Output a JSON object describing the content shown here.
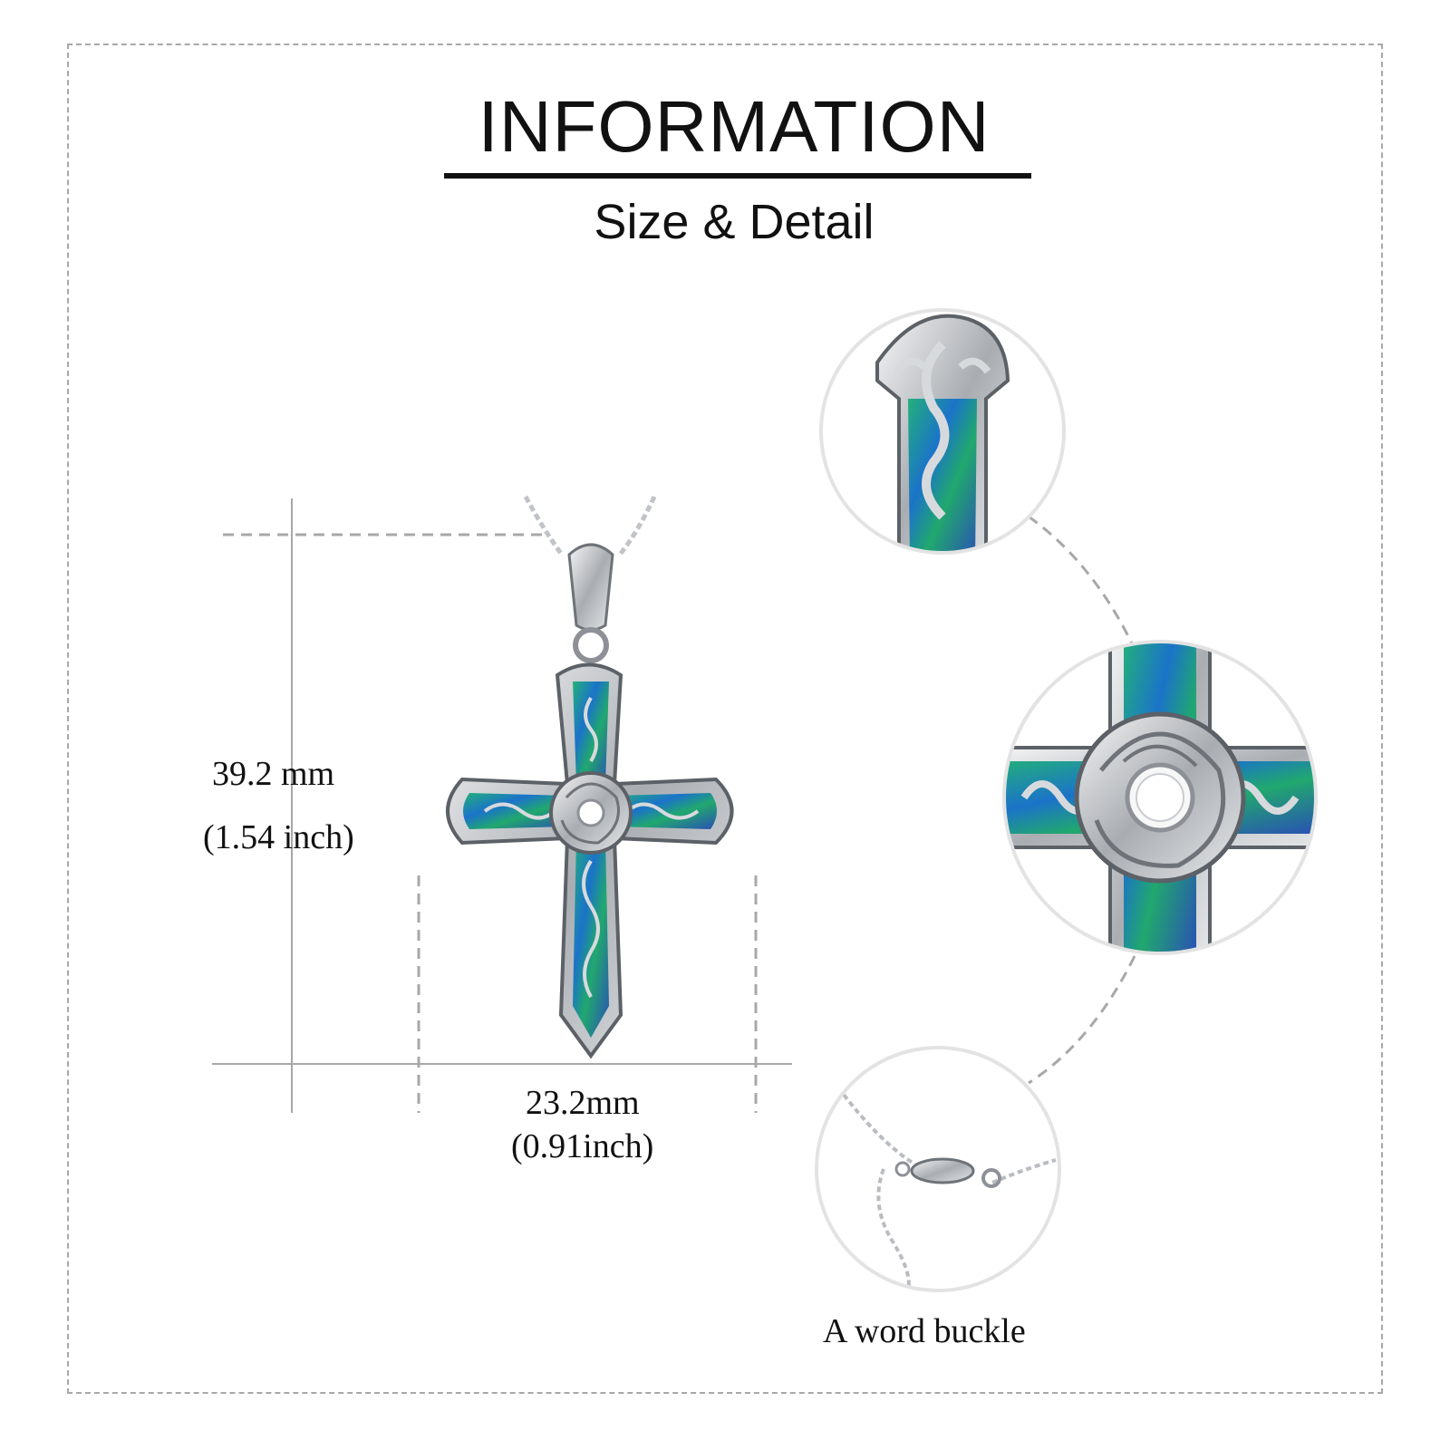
{
  "header": {
    "title": "INFORMATION",
    "subtitle": "Size & Detail"
  },
  "dimensions": {
    "height_mm": "39.2 mm",
    "height_inch": "(1.54 inch)",
    "width_mm": "23.2mm",
    "width_inch": "(0.91inch)"
  },
  "details": {
    "clasp_caption": "A word buckle"
  },
  "colors": {
    "text": "#111111",
    "guide": "#a8a8a8",
    "silver": "#c9ccd0",
    "abalone_green": "#1fa56b",
    "abalone_blue": "#1e6fc4",
    "circle_border": "#e3e3e3"
  }
}
